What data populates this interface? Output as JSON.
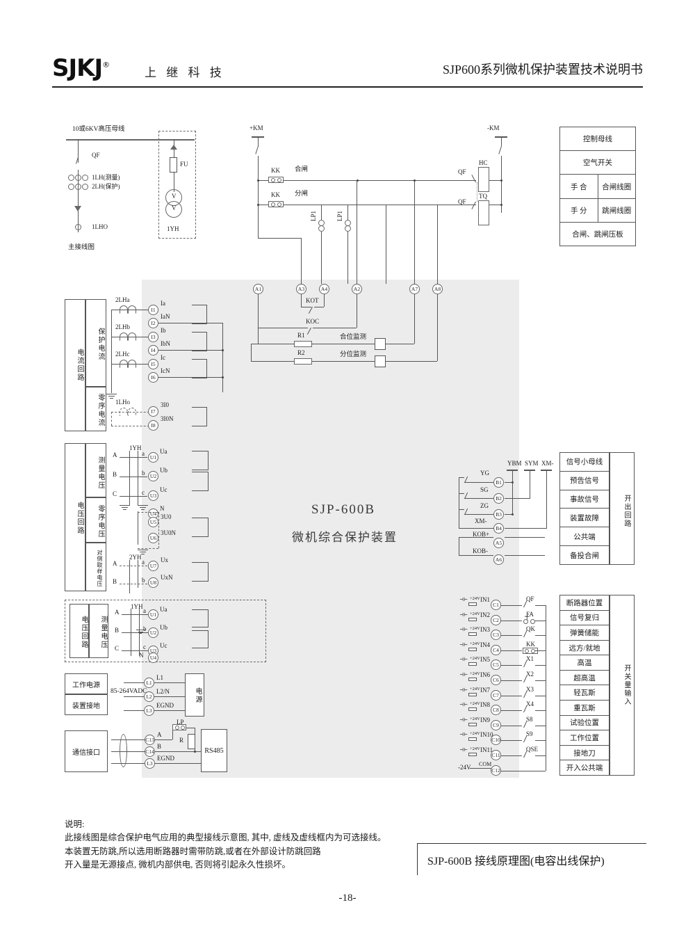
{
  "header": {
    "logo_text": "SJKJ",
    "logo_reg": "®",
    "logo_cn": "上 继 科 技",
    "title": "SJP600系列微机保护装置技术说明书"
  },
  "main_wiring": {
    "busbar_label": "10或6KV高压母线",
    "qf": "QF",
    "ct1": "1LH(测量)",
    "ct2": "2LH(保护)",
    "ct0": "1LHO",
    "caption": "主接线图",
    "fuse": "FU",
    "pt": "1YH",
    "pt_symbol": "V"
  },
  "control_circuit": {
    "plus_km": "+KM",
    "minus_km": "-KM",
    "kk_close": "KK",
    "close_label": "合闸",
    "kk_open": "KK",
    "open_label": "分闸",
    "lp1_a": "LP1",
    "lp1_b": "LP1",
    "qf_close": "QF",
    "qf_open": "QF",
    "hc_coil": "HC",
    "tq_coil": "TQ"
  },
  "legend_table": {
    "rows": [
      {
        "full": "控制母线"
      },
      {
        "full": "空气开关"
      },
      {
        "left": "手  合",
        "right": "合闸线圈"
      },
      {
        "left": "手  分",
        "right": "跳闸线圈"
      },
      {
        "full": "合闸、跳闸压板"
      }
    ]
  },
  "trip_circuit": {
    "terminals": [
      "A1",
      "A3",
      "A4",
      "A2",
      "A7",
      "A8"
    ],
    "kot": "KOT",
    "koc": "KOC",
    "r1": "R1",
    "r2": "R2",
    "monitor_close": "合位监测",
    "monitor_open": "分位监测"
  },
  "current_circuit": {
    "group_label": "电流回路",
    "sub_protect": "保护电流",
    "sub_zero": "零序电流",
    "ct_labels": [
      "2LHa",
      "2LHb",
      "2LHc",
      "1LHo"
    ],
    "terminals": [
      {
        "id": "I1",
        "sig": "Ia"
      },
      {
        "id": "I2",
        "sig": "IaN"
      },
      {
        "id": "I3",
        "sig": "Ib"
      },
      {
        "id": "I4",
        "sig": "IbN"
      },
      {
        "id": "I5",
        "sig": "Ic"
      },
      {
        "id": "I6",
        "sig": "IcN"
      },
      {
        "id": "I7",
        "sig": "3I0"
      },
      {
        "id": "I8",
        "sig": "3I0N"
      }
    ]
  },
  "voltage_circuit": {
    "group_label": "电压回路",
    "sub_measure": "测量电压",
    "sub_zero": "零序电压",
    "sub_opposite": "对侧取样电压",
    "pt1": "1YH",
    "pt2": "2YH",
    "phase_in": [
      "A",
      "B",
      "C"
    ],
    "phase_out": [
      "a",
      "b",
      "c"
    ],
    "terminals": [
      {
        "id": "U1",
        "sig": "Ua"
      },
      {
        "id": "U2",
        "sig": "Ub"
      },
      {
        "id": "U3",
        "sig": "Uc"
      },
      {
        "id": "U4",
        "sig": "N"
      },
      {
        "id": "U5",
        "sig": "3U0"
      },
      {
        "id": "U6",
        "sig": "3U0N"
      },
      {
        "id": "U7",
        "sig": "Ux"
      },
      {
        "id": "U8",
        "sig": "UxN"
      }
    ]
  },
  "voltage_circuit2": {
    "group_label": "电压回路",
    "sub_measure": "测量电压",
    "pt1": "1YH",
    "phase_in": [
      "A",
      "B",
      "C"
    ],
    "phase_out": [
      "a",
      "b",
      "c"
    ],
    "n_label": "N",
    "terminals": [
      {
        "id": "U1",
        "sig": "Ua"
      },
      {
        "id": "U2",
        "sig": "Ub"
      },
      {
        "id": "U3",
        "sig": "Uc"
      },
      {
        "id": "U4",
        "sig": ""
      }
    ]
  },
  "power_supply": {
    "label_work": "工作电源",
    "label_ground": "装置接地",
    "range": "85-264VADC",
    "terminals": [
      {
        "id": "L1",
        "sig": "L1"
      },
      {
        "id": "L2",
        "sig": "L2/N"
      },
      {
        "id": "L3",
        "sig": "EGND"
      }
    ],
    "box_label": "电源"
  },
  "comm": {
    "label": "通信接口",
    "lp": "LP",
    "r": "R",
    "terminals": [
      {
        "id": "C13",
        "sig": "A"
      },
      {
        "id": "C14",
        "sig": "B"
      },
      {
        "id": "L3",
        "sig": "EGND"
      }
    ],
    "box_label": "RS485"
  },
  "device": {
    "model": "SJP-600B",
    "name": "微机综合保护装置"
  },
  "output_circuit": {
    "side_label": "开出回路",
    "bus_labels": [
      "YBM",
      "SYM",
      "XM-"
    ],
    "contacts": [
      {
        "name": "YG",
        "term": "B1"
      },
      {
        "name": "SG",
        "term": "B2"
      },
      {
        "name": "ZG",
        "term": "B3"
      },
      {
        "name": "XM-",
        "term": "B4"
      },
      {
        "name": "KOB+",
        "term": "A5"
      },
      {
        "name": "KOB-",
        "term": "A6"
      }
    ],
    "table_rows": [
      "信号小母线",
      "预告信号",
      "事故信号",
      "装置故障",
      "公共端",
      "备投合闸"
    ]
  },
  "input_circuit": {
    "side_label": "开关量输入",
    "supply_label": "+24V",
    "com_label": "-24V",
    "com_name": "COM",
    "rows": [
      {
        "in": "IN1",
        "term": "C1",
        "contact": "QF",
        "desc": "断路器位置"
      },
      {
        "in": "IN2",
        "term": "C2",
        "contact": "FA",
        "desc": "信号复归"
      },
      {
        "in": "IN3",
        "term": "C3",
        "contact": "QK",
        "desc": "弹簧储能"
      },
      {
        "in": "IN4",
        "term": "C4",
        "contact": "KK",
        "desc": "远方/就地"
      },
      {
        "in": "IN5",
        "term": "C5",
        "contact": "X1",
        "desc": "高温"
      },
      {
        "in": "IN6",
        "term": "C6",
        "contact": "X2",
        "desc": "超高温"
      },
      {
        "in": "IN7",
        "term": "C7",
        "contact": "X3",
        "desc": "轻瓦斯"
      },
      {
        "in": "IN8",
        "term": "C8",
        "contact": "X4",
        "desc": "重瓦斯"
      },
      {
        "in": "IN9",
        "term": "C9",
        "contact": "S8",
        "desc": "试验位置"
      },
      {
        "in": "IN10",
        "term": "C10",
        "contact": "S9",
        "desc": "工作位置"
      },
      {
        "in": "IN11",
        "term": "C11",
        "contact": "QSE",
        "desc": "接地刀"
      },
      {
        "in": "",
        "term": "C12",
        "contact": "",
        "desc": "开入公共端"
      }
    ]
  },
  "notes": {
    "title": "说明:",
    "line1": "此接线图是综合保护电气应用的典型接线示意图, 其中, 虚线及虚线框内为可选接线。",
    "line2": "本装置无防跳,所以选用断路器时需带防跳,或者在外部设计防跳回路",
    "line3": "开入量是无源接点, 微机内部供电, 否则将引起永久性损坏。"
  },
  "caption": "SJP-600B 接线原理图(电容出线保护)",
  "page_number": "-18-"
}
